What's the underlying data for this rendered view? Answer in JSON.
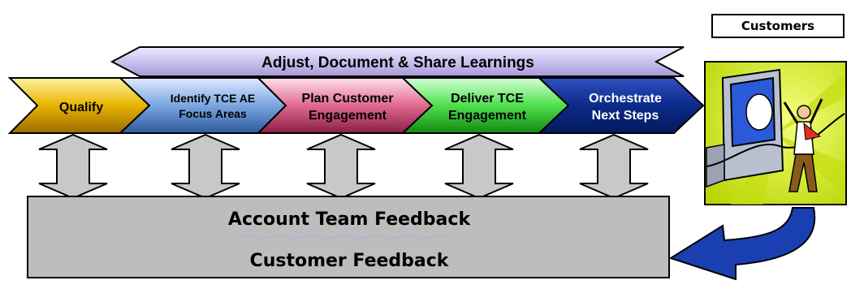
{
  "customers_label": "Customers",
  "banner": {
    "text": "Adjust, Document & Share Learnings"
  },
  "steps": [
    {
      "line1": "Qualify",
      "line2": ""
    },
    {
      "line1": "Identify TCE AE",
      "line2": "Focus Areas"
    },
    {
      "line1": "Plan Customer",
      "line2": "Engagement"
    },
    {
      "line1": "Deliver TCE",
      "line2": "Engagement"
    },
    {
      "line1": "Orchestrate",
      "line2": "Next Steps"
    }
  ],
  "feedback": {
    "account_team": "Account Team Feedback",
    "customer": "Customer Feedback"
  },
  "colors": {
    "qualify": "#e0a800",
    "identify": "#6a9bd8",
    "plan": "#d85a80",
    "deliver": "#4ccf4c",
    "orchestrate": "#0b2a8a",
    "banner": "#c9c2ee",
    "feedback_box": "#bdbdbd",
    "return_arrow": "#1a3fb0",
    "picture_bg": "#d6ec1f"
  },
  "icons": [
    "double-arrow-icon",
    "curved-return-arrow-icon",
    "customer-clipart-icon"
  ]
}
